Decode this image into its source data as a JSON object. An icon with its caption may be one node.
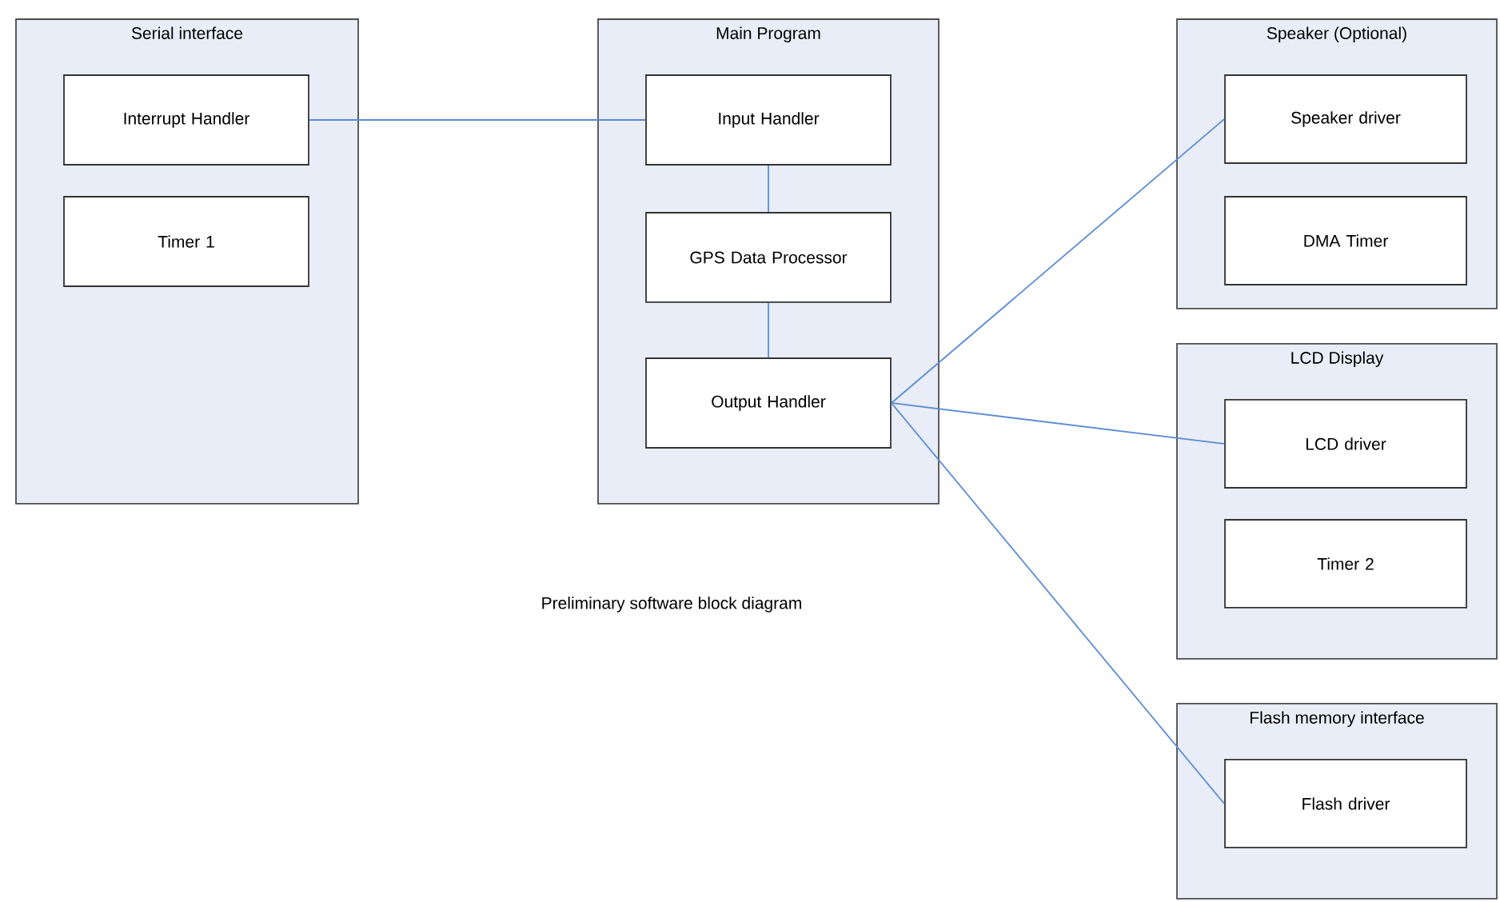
{
  "diagram": {
    "nodes": [
      {
        "text": [
          "Serial interface"
        ]
      },
      {
        "text": [
          "Interrupt Handler"
        ],
        "in": 0
      },
      {
        "text": [
          "Timer 1"
        ],
        "in": 0
      },
      {
        "text": [
          "Main Program"
        ]
      },
      {
        "text": [
          "Input Handler"
        ],
        "in": 3
      },
      {
        "text": [
          "GPS Data Processor"
        ],
        "in": 3
      },
      {
        "text": [
          "Output Handler"
        ],
        "in": 3
      },
      {
        "text": [
          "Speaker (Optional)"
        ]
      },
      {
        "text": [
          "Speaker driver"
        ],
        "in": 7
      },
      {
        "text": [
          "DMA Timer"
        ],
        "in": 7
      },
      {
        "text": [
          "LCD Display"
        ]
      },
      {
        "text": [
          "LCD driver"
        ],
        "in": 10
      },
      {
        "text": [
          "Timer 2"
        ],
        "in": 10
      },
      {
        "text": [
          "Flash memory interface"
        ]
      },
      {
        "text": [
          "Flash driver"
        ],
        "in": 13
      }
    ],
    "edges": [
      {
        "from": 1,
        "to": 4,
        "arrow": "none"
      },
      {
        "from": 4,
        "to": 5,
        "arrow": "none"
      },
      {
        "from": 5,
        "to": 6,
        "arrow": "none"
      },
      {
        "from": 6,
        "to": 8,
        "arrow": "none"
      },
      {
        "from": 6,
        "to": 11,
        "arrow": "none"
      },
      {
        "from": 6,
        "to": 14,
        "arrow": "none"
      }
    ],
    "labels": [
      "Preliminary software block diagram"
    ]
  }
}
